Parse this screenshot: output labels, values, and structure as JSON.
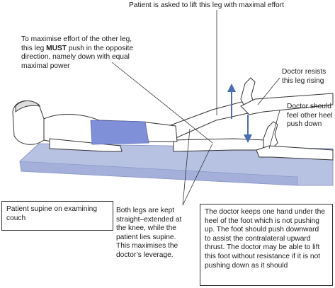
{
  "labels": {
    "top": "Patient is asked to lift this leg with maximal effort",
    "other_leg": {
      "line1": "To maximise effort of the other leg,",
      "line2_pre": "this leg ",
      "line2_bold": "MUST",
      "line2_post": " push in the opposite",
      "line3": "direction, namely down with equal",
      "line4": "maximal power"
    },
    "doctor_resists": [
      "Doctor resists",
      "this leg rising"
    ],
    "doctor_should": [
      "Doctor should",
      "feel other heel",
      "push down"
    ],
    "both_legs": [
      "Both legs are kept",
      "straight–extended at",
      "the knee, while the",
      "patient lies supine.",
      "This maximises the",
      "doctor’s leverage."
    ]
  },
  "boxes": {
    "patient_supine": [
      "Patient supine on examining",
      "couch"
    ],
    "doctor_keeps": [
      "The doctor keeps one hand under the",
      "heel of the foot which is not pushing",
      "up. The foot should push downward",
      "to assist the contralateral upward",
      "thrust. The doctor may be able to lift",
      "this foot without resistance if it is not",
      "pushing down as it should"
    ]
  },
  "colors": {
    "couch": "#b7c2e3",
    "couch_edge": "#8e9bc9",
    "shorts": "#7f8fd8",
    "arrow": "#4a6fb0",
    "skin": "#ffffff",
    "outline": "#333333"
  }
}
